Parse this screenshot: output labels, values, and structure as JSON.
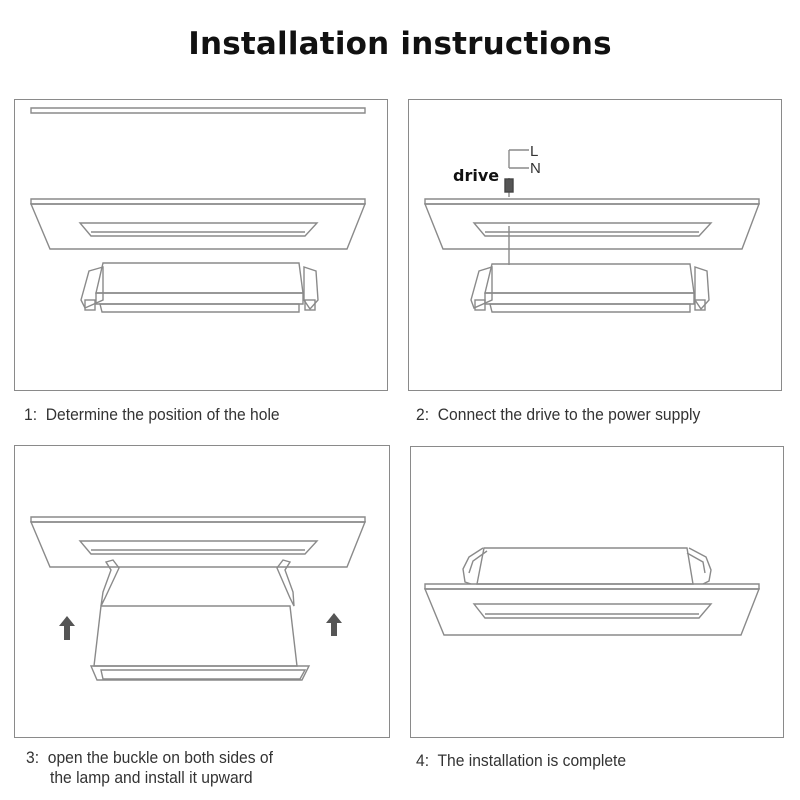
{
  "title": "Installation instructions",
  "steps": [
    {
      "number": "1:",
      "caption": "Determine the position of the hole"
    },
    {
      "number": "2:",
      "caption": "Connect the drive to the power supply",
      "labels": {
        "drive": "drive",
        "live": "L",
        "neutral": "N"
      }
    },
    {
      "number": "3:",
      "caption_line1": "open the buckle on both sides of",
      "caption_line2": "the lamp and install it upward",
      "icons": [
        "up-arrow-icon",
        "up-arrow-icon"
      ]
    },
    {
      "number": "4:",
      "caption": "The installation is complete"
    }
  ],
  "colors": {
    "line": "#8a8a8a",
    "text": "#333333",
    "title": "#111111",
    "arrow": "#555555"
  }
}
